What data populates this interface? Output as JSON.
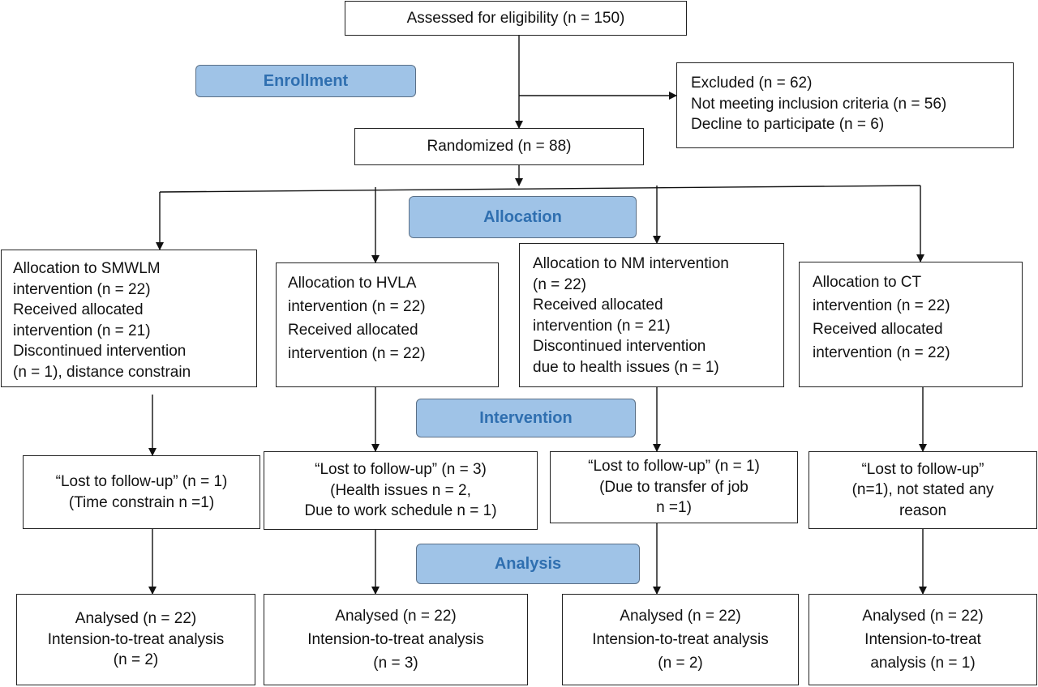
{
  "stages": {
    "enrollment": "Enrollment",
    "allocation": "Allocation",
    "intervention": "Intervention",
    "analysis": "Analysis"
  },
  "assessed": [
    "Assessed for eligibility (n = 150)"
  ],
  "excluded": [
    "Excluded (n = 62)",
    "Not meeting inclusion criteria (n = 56)",
    "Decline to participate (n = 6)"
  ],
  "randomized": [
    "Randomized (n = 88)"
  ],
  "groups": [
    {
      "allocation": [
        "Allocation to SMWLM",
        "intervention (n = 22)",
        "Received allocated",
        "intervention (n = 21)",
        "Discontinued intervention",
        "(n = 1), distance constrain"
      ],
      "followup": [
        "“Lost to follow-up” (n = 1)",
        "(Time constrain n =1)"
      ],
      "analysis": [
        "Analysed (n = 22)",
        "Intension-to-treat analysis",
        "(n = 2)"
      ]
    },
    {
      "allocation": [
        "Allocation to HVLA",
        "intervention (n = 22)",
        "Received allocated",
        "intervention (n = 22)"
      ],
      "followup": [
        "“Lost to follow-up” (n = 3)",
        "(Health issues n = 2,",
        "Due to work schedule n = 1)"
      ],
      "analysis": [
        "Analysed (n = 22)",
        "Intension-to-treat analysis",
        "(n = 3)"
      ]
    },
    {
      "allocation": [
        "Allocation to NM intervention",
        "(n = 22)",
        "Received allocated",
        "intervention (n = 21)",
        "Discontinued intervention",
        "due to health issues (n = 1)"
      ],
      "followup": [
        "“Lost to follow-up” (n = 1)",
        "(Due to transfer of job",
        "n =1)"
      ],
      "analysis": [
        "Analysed (n = 22)",
        "Intension-to-treat analysis",
        "(n = 2)"
      ]
    },
    {
      "allocation": [
        "Allocation to CT",
        "intervention (n = 22)",
        "Received allocated",
        "intervention (n = 22)"
      ],
      "followup": [
        "“Lost to follow-up”",
        "(n=1), not stated any",
        "reason"
      ],
      "analysis": [
        "Analysed (n = 22)",
        "Intension-to-treat",
        "analysis (n = 1)"
      ]
    }
  ]
}
